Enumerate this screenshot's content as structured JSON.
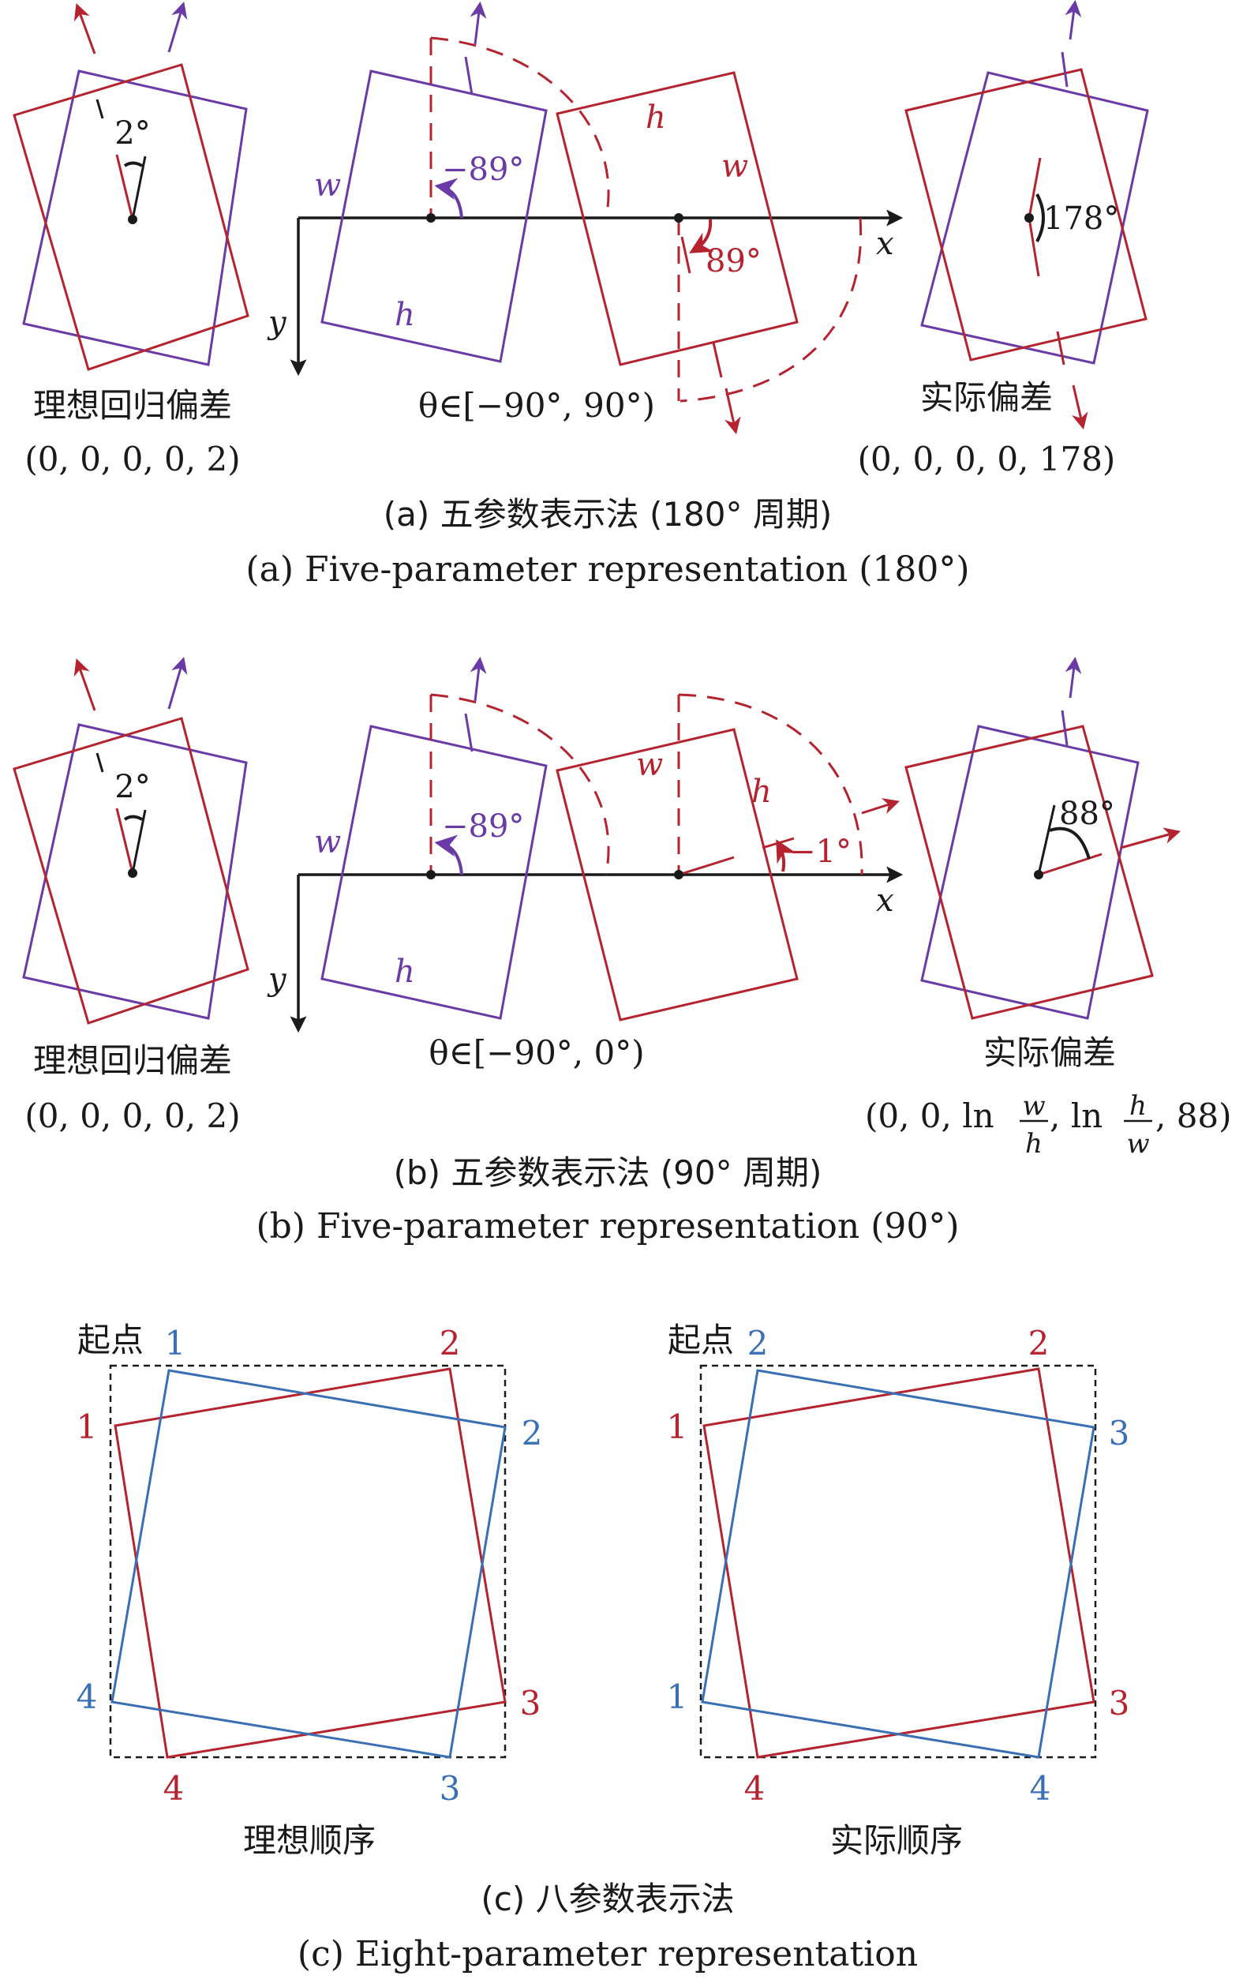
{
  "colors": {
    "red": "#b5232f",
    "purple": "#6a3aa6",
    "blue": "#3a6fb5",
    "black": "#1a1a1a"
  },
  "panel_a": {
    "ideal_label": "理想回归偏差",
    "ideal_tuple": "(0, 0, 0, 0, 2)",
    "ideal_angle": "2°",
    "range_label": "θ∈[−90°, 90°)",
    "angle_purple": "−89°",
    "angle_red": "89°",
    "angle_actual": "178°",
    "actual_label": "实际偏差",
    "actual_tuple": "(0, 0, 0, 0, 178)",
    "w": "w",
    "h": "h",
    "x": "x",
    "y": "y",
    "caption_cn": "(a) 五参数表示法 (180° 周期)",
    "caption_en": "(a) Five-parameter representation (180°)"
  },
  "panel_b": {
    "ideal_label": "理想回归偏差",
    "ideal_tuple": "(0, 0, 0, 0, 2)",
    "ideal_angle": "2°",
    "range_label": "θ∈[−90°, 0°)",
    "angle_purple": "−89°",
    "angle_red": "−1°",
    "angle_actual": "88°",
    "actual_label": "实际偏差",
    "actual_tuple_prefix": "(0, 0, ln",
    "actual_tuple_mid": ", ln",
    "actual_tuple_suffix": ", 88)",
    "w": "w",
    "h": "h",
    "x": "x",
    "y": "y",
    "caption_cn": "(b) 五参数表示法 (90° 周期)",
    "caption_en": "(b) Five-parameter representation (90°)"
  },
  "panel_c": {
    "start_label": "起点",
    "left": {
      "red_labels": [
        "1",
        "2",
        "3",
        "4"
      ],
      "blue_labels": [
        "1",
        "2",
        "3",
        "4"
      ],
      "caption": "理想顺序"
    },
    "right": {
      "red_labels": [
        "1",
        "2",
        "3",
        "4"
      ],
      "blue_labels": [
        "2",
        "3",
        "1",
        "4"
      ],
      "caption": "实际顺序"
    },
    "caption_cn": "(c) 八参数表示法",
    "caption_en": "(c) Eight-parameter representation"
  }
}
